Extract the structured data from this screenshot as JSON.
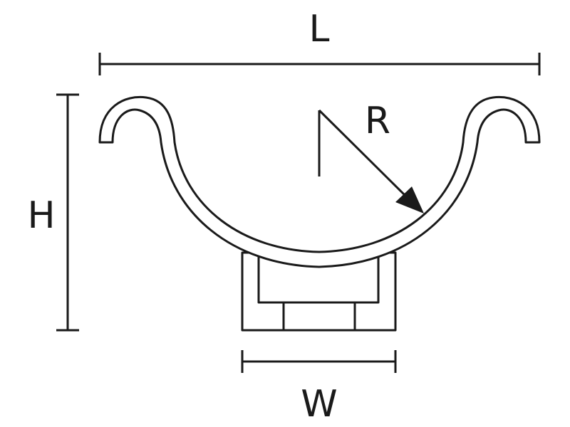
{
  "diagram": {
    "labels": {
      "length": "L",
      "height": "H",
      "radius": "R",
      "width": "W"
    },
    "colors": {
      "line": "#1a1a1a",
      "background": "#ffffff"
    }
  }
}
